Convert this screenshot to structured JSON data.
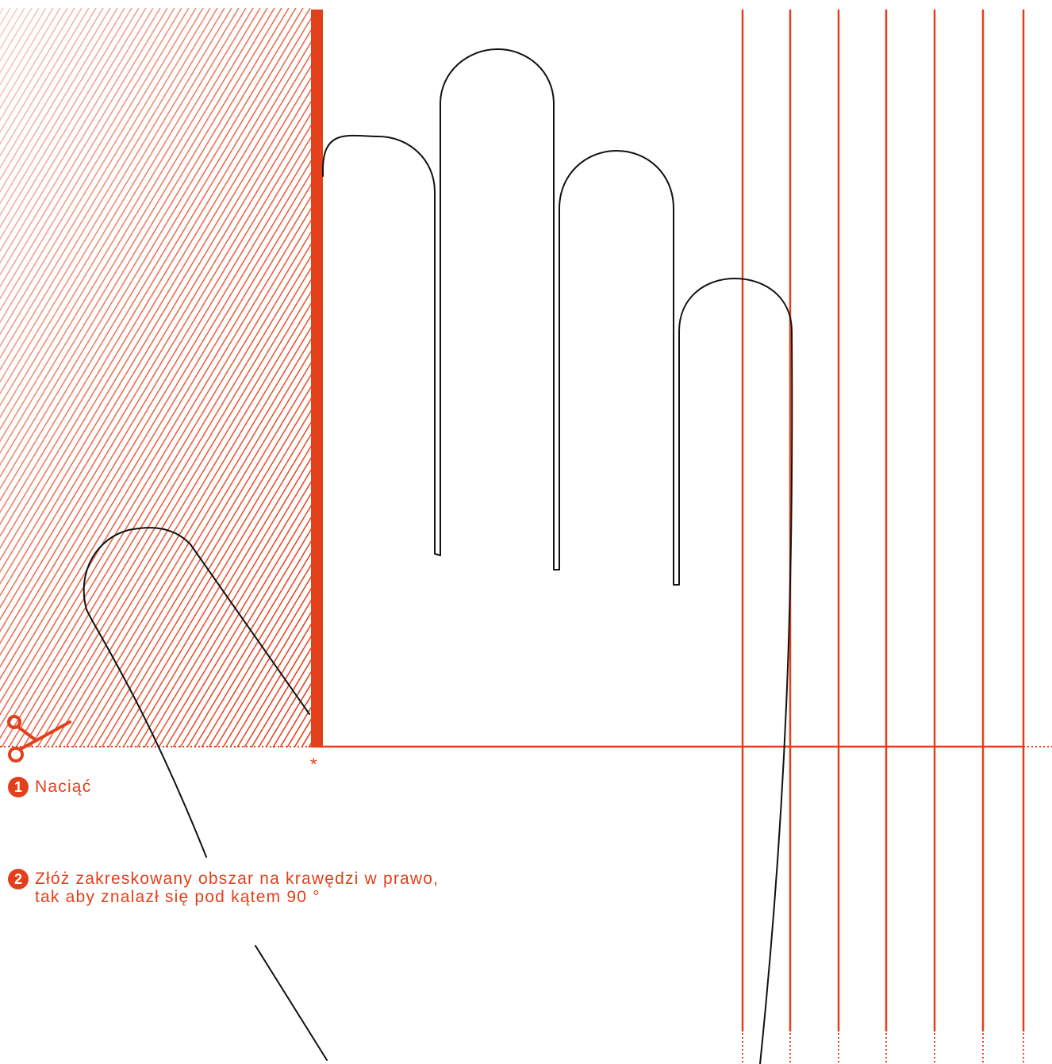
{
  "steps": [
    {
      "number": "1",
      "text": "Naciąć"
    },
    {
      "number": "2",
      "text": "Złóż zakreskowany obszar na krawędzi w prawo,\ntak aby znalazł się pod kątem 90 °"
    }
  ],
  "marks": {
    "fold_point": "*"
  },
  "icons": {
    "cut": "scissors-icon"
  },
  "colors": {
    "accent": "#e2401b",
    "outline": "#111111",
    "background": "#ffffff"
  }
}
